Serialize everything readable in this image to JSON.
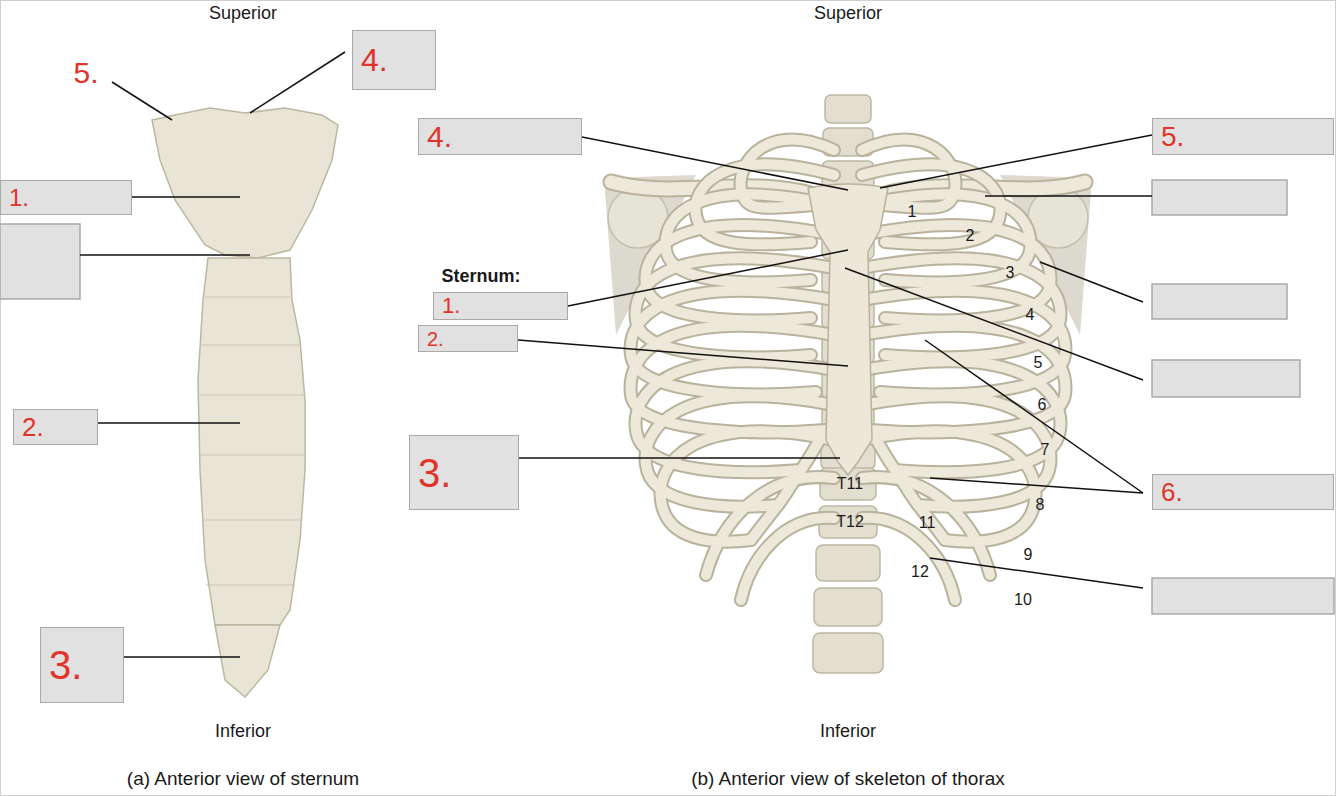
{
  "diagram": {
    "nodes": [
      {
        "text": [
          "4."
        ]
      },
      {
        "text": [
          "4."
        ]
      },
      {
        "text": [
          "5."
        ]
      },
      {
        "text": [
          "1."
        ]
      },
      {
        "text": [
          "1."
        ]
      },
      {
        "text": [
          "2."
        ]
      },
      {
        "text": [
          "2."
        ]
      },
      {
        "text": [
          "3."
        ]
      },
      {
        "text": [
          "6."
        ]
      },
      {
        "text": [
          "3."
        ]
      }
    ],
    "labels": [
      "Superior",
      "Superior",
      "5.",
      "Sternum:",
      "1",
      "2",
      "3",
      "4",
      "5",
      "6",
      "7",
      "8",
      "9",
      "10",
      "11",
      "12",
      "T11",
      "T12",
      "Inferior",
      "Inferior",
      "(a) Anterior view of sternum",
      "(b) Anterior view of skeleton of thorax"
    ]
  }
}
